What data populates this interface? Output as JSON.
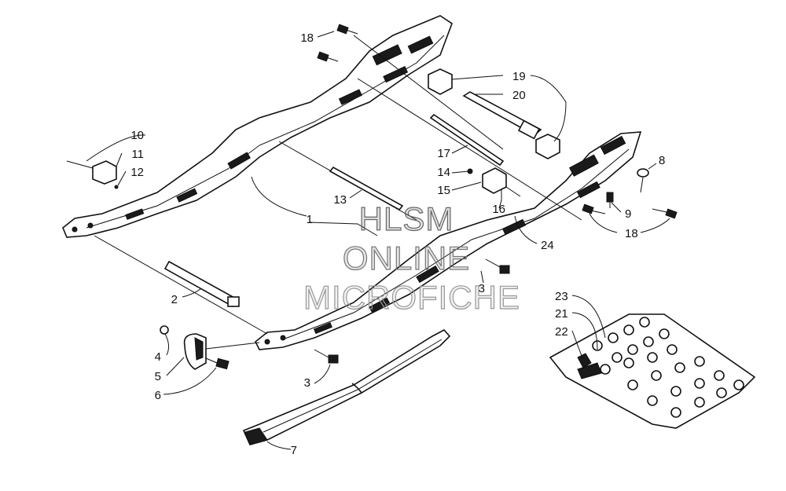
{
  "diagram": {
    "callouts": [
      "1",
      "2",
      "3",
      "3",
      "4",
      "5",
      "6",
      "7",
      "8",
      "9",
      "10",
      "11",
      "12",
      "13",
      "14",
      "15",
      "16",
      "17",
      "18",
      "18",
      "19",
      "20",
      "21",
      "22",
      "23",
      "24"
    ],
    "watermark": {
      "line1": "HLSM",
      "line2": "ONLINE",
      "line3": "MICROFICHE"
    }
  }
}
